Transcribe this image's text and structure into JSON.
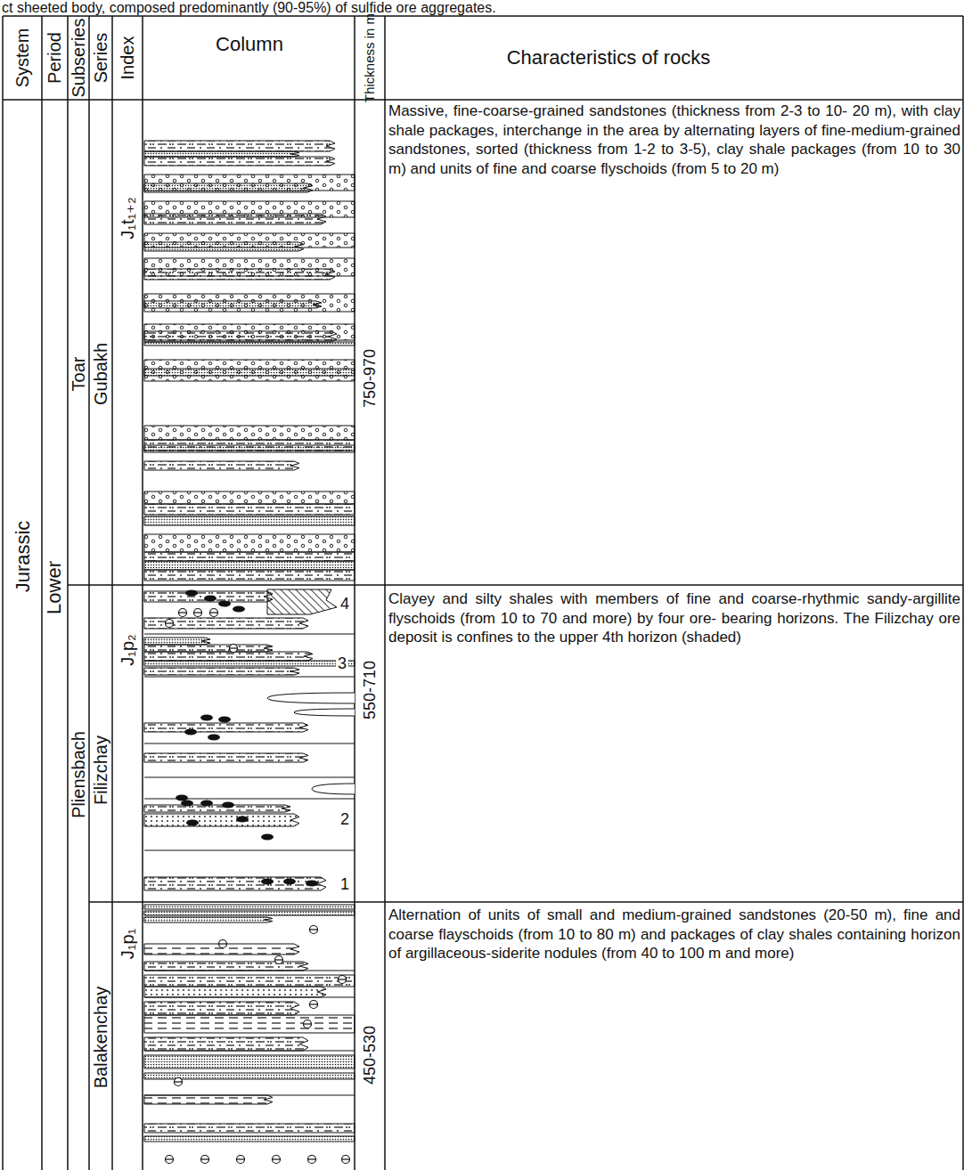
{
  "diagram": {
    "labels": [
      "ct sheeted body, composed predominantly (90-95%) of sulfide ore aggregates.",
      "System",
      "Period",
      "Subseries",
      "Series",
      "Index",
      "Column",
      "Thickness in m",
      "Characteristics of rocks",
      "Jurassic",
      "Lower",
      "Toar",
      "Pliensbach",
      "Gubakh",
      "Filizchay",
      "Balakenchay",
      "J₁t₁₊₂",
      "J₁p₂",
      "J₁p₁",
      "750-970",
      "550-710",
      "450-530",
      "4",
      "3",
      "2",
      "1",
      "Massive, fine-coarse-grained sandstones (thickness from 2-3 to 10- 20 m), with clay shale packages, interchange in the area by alternating layers of fine-medium-grained sandstones, sorted (thickness from 1-2 to 3-5), clay shale packages (from 10 to 30 m) and units of fine and coarse flyschoids (from 5 to 20 m)",
      "Clayey and silty shales with members of fine and coarse-rhythmic sandy-argillite flyschoids (from 10 to 70 and more) by four ore- bearing horizons. The Filizchay ore deposit is confines to the upper 4th horizon (shaded)",
      "Alternation of units of small and medium-grained sandstones (20-50 m), fine and coarse flayschoids (from 10 to 80 m) and packages of clay shales containing horizon of argillaceous-siderite nodules (from 40 to 100 m and more)"
    ]
  }
}
